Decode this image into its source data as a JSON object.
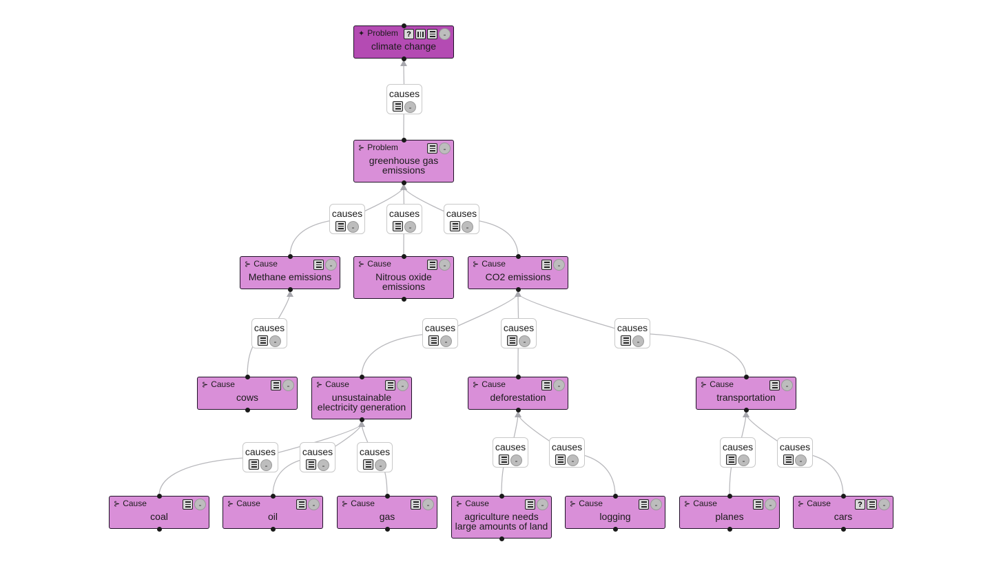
{
  "colors": {
    "root_fill": "#b44bb3",
    "node_fill": "#d98fd8",
    "node_border": "#1e0f25",
    "edge_line": "#b8b8bc"
  },
  "icons": {
    "problem_root": "puzzle-icon",
    "node_type": "branch-icon",
    "notes": "notes-icon",
    "question": "question-icon",
    "table": "table-icon",
    "collapse": "minus-icon"
  },
  "nodes": [
    {
      "id": "climate",
      "type": "Problem",
      "label": "climate change",
      "buttons": [
        "question",
        "table",
        "notes"
      ],
      "root": true
    },
    {
      "id": "ghg",
      "type": "Problem",
      "label": "greenhouse gas emissions",
      "buttons": [
        "notes"
      ]
    },
    {
      "id": "methane",
      "type": "Cause",
      "label": "Methane emissions",
      "buttons": [
        "notes"
      ]
    },
    {
      "id": "nitrous",
      "type": "Cause",
      "label": "Nitrous oxide emissions",
      "buttons": [
        "notes"
      ]
    },
    {
      "id": "co2",
      "type": "Cause",
      "label": "CO2 emissions",
      "buttons": [
        "notes"
      ]
    },
    {
      "id": "cows",
      "type": "Cause",
      "label": "cows",
      "buttons": [
        "notes"
      ]
    },
    {
      "id": "elec",
      "type": "Cause",
      "label": "unsustainable electricity generation",
      "buttons": [
        "notes"
      ]
    },
    {
      "id": "defor",
      "type": "Cause",
      "label": "deforestation",
      "buttons": [
        "notes"
      ]
    },
    {
      "id": "transp",
      "type": "Cause",
      "label": "transportation",
      "buttons": [
        "notes"
      ]
    },
    {
      "id": "coal",
      "type": "Cause",
      "label": "coal",
      "buttons": [
        "notes"
      ]
    },
    {
      "id": "oil",
      "type": "Cause",
      "label": "oil",
      "buttons": [
        "notes"
      ]
    },
    {
      "id": "gas",
      "type": "Cause",
      "label": "gas",
      "buttons": [
        "notes"
      ]
    },
    {
      "id": "agri",
      "type": "Cause",
      "label": "agriculture needs large amounts of land",
      "buttons": [
        "notes"
      ]
    },
    {
      "id": "logging",
      "type": "Cause",
      "label": "logging",
      "buttons": [
        "notes"
      ]
    },
    {
      "id": "planes",
      "type": "Cause",
      "label": "planes",
      "buttons": [
        "notes"
      ]
    },
    {
      "id": "cars",
      "type": "Cause",
      "label": "cars",
      "buttons": [
        "question",
        "notes"
      ]
    }
  ],
  "edges": [
    {
      "from": "ghg",
      "to": "climate",
      "label": "causes"
    },
    {
      "from": "methane",
      "to": "ghg",
      "label": "causes"
    },
    {
      "from": "nitrous",
      "to": "ghg",
      "label": "causes"
    },
    {
      "from": "co2",
      "to": "ghg",
      "label": "causes"
    },
    {
      "from": "cows",
      "to": "methane",
      "label": "causes"
    },
    {
      "from": "elec",
      "to": "co2",
      "label": "causes"
    },
    {
      "from": "defor",
      "to": "co2",
      "label": "causes"
    },
    {
      "from": "transp",
      "to": "co2",
      "label": "causes"
    },
    {
      "from": "coal",
      "to": "elec",
      "label": "causes"
    },
    {
      "from": "oil",
      "to": "elec",
      "label": "causes"
    },
    {
      "from": "gas",
      "to": "elec",
      "label": "causes"
    },
    {
      "from": "agri",
      "to": "defor",
      "label": "causes"
    },
    {
      "from": "logging",
      "to": "defor",
      "label": "causes"
    },
    {
      "from": "planes",
      "to": "transp",
      "label": "causes"
    },
    {
      "from": "cars",
      "to": "transp",
      "label": "causes"
    }
  ]
}
